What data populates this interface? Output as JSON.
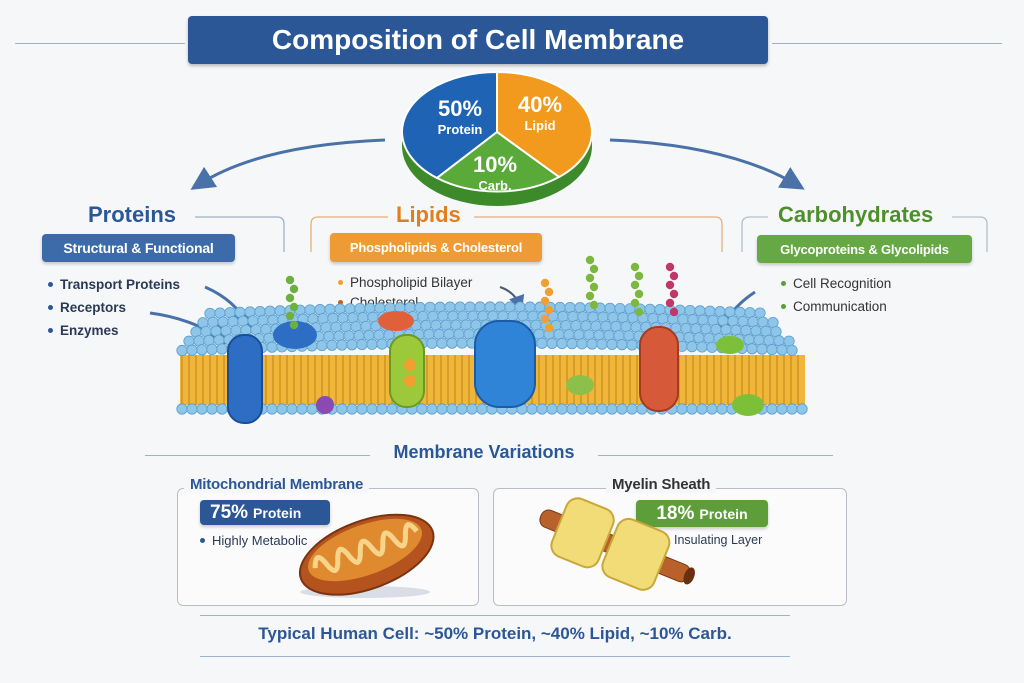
{
  "title": "Composition of Cell Membrane",
  "pie": {
    "slices": [
      {
        "percent": "50%",
        "label": "Protein",
        "color": "#1f64b4"
      },
      {
        "percent": "40%",
        "label": "Lipid",
        "color": "#f29a1e"
      },
      {
        "percent": "10%",
        "label": "Carb.",
        "color": "#5aaa3a"
      }
    ]
  },
  "sections": {
    "proteins": {
      "heading": "Proteins",
      "badge": "Structural & Functional",
      "color": "#2c5797",
      "items": [
        "Transport Proteins",
        "Receptors",
        "Enzymes"
      ]
    },
    "lipids": {
      "heading": "Lipids",
      "badge": "Phospholipids & Cholesterol",
      "color": "#e88a22",
      "items": [
        "Phospholipid Bilayer",
        "Cholesterol"
      ]
    },
    "carbohydrates": {
      "heading": "Carbohydrates",
      "badge": "Glycoproteins & Glycolipids",
      "color": "#5a9e34",
      "items": [
        "Cell Recognition",
        "Communication"
      ]
    }
  },
  "variations": {
    "heading": "Membrane Variations",
    "mitochondrial": {
      "title": "Mitochondrial Membrane",
      "badge_value": "75%",
      "badge_label": "Protein",
      "item": "Highly Metabolic"
    },
    "myelin": {
      "title": "Myelin Sheath",
      "badge_value": "18%",
      "badge_label": "Protein",
      "item": "Insulating Layer"
    }
  },
  "summary": "Typical Human Cell: ~50% Protein, ~40% Lipid, ~10% Carb."
}
